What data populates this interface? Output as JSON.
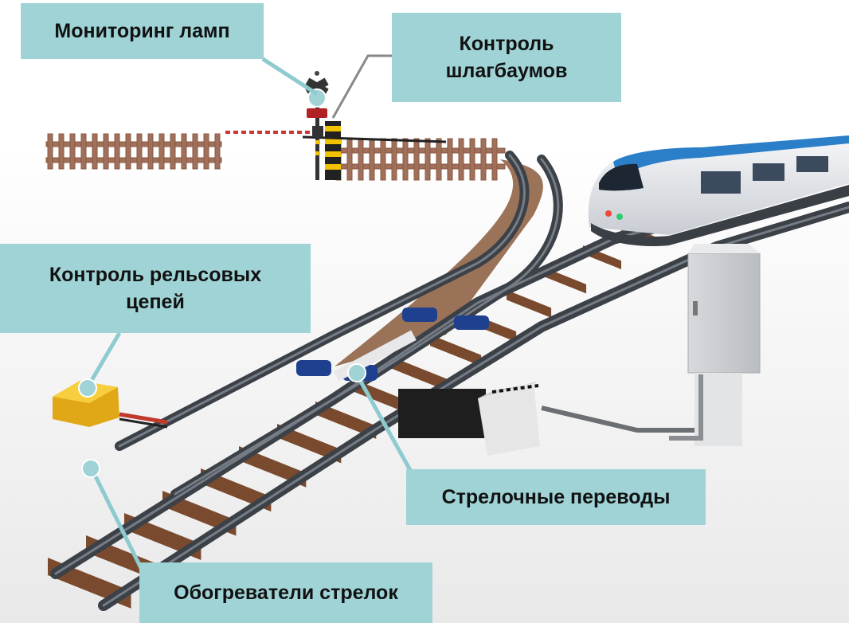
{
  "labels": {
    "lamp_monitoring": "Мониторинг ламп",
    "barrier_control_line1": "Контроль",
    "barrier_control_line2": "шлагбаумов",
    "track_circuit_line1": "Контроль рельсовых",
    "track_circuit_line2": "цепей",
    "switches": "Стрелочные переводы",
    "switch_heaters": "Обогреватели стрелок"
  },
  "colors": {
    "label_bg": "#9fd3d6",
    "connector": "#8ecbcf",
    "rail": "#3c4148",
    "sleeper": "#7a4a2e",
    "train_blue": "#2a7fc8"
  }
}
